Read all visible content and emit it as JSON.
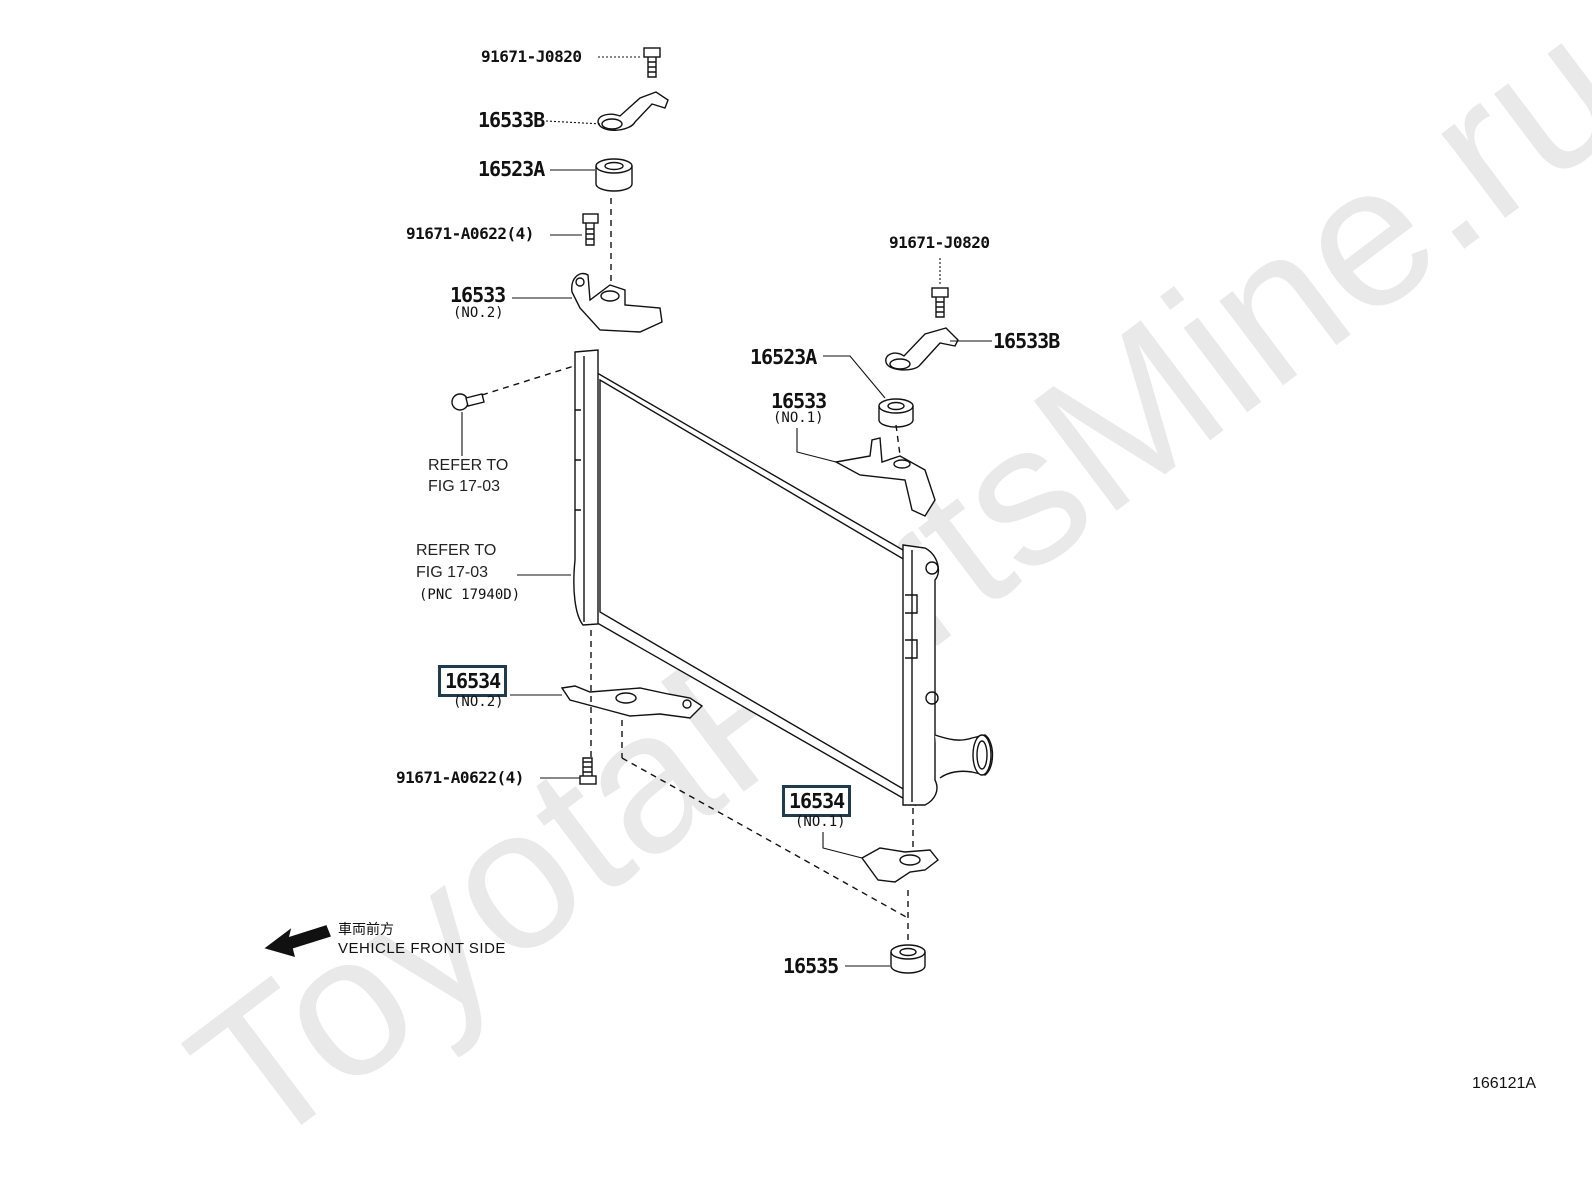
{
  "watermark": "ToyotaPartsMine.ru",
  "labels": {
    "bolt_top": "91671-J0820",
    "bracket_b_top": "16533B",
    "cushion_a_top": "16523A",
    "bolt_a0622_top": "91671-A0622(4)",
    "support_16533_no2_part": "16533",
    "support_16533_no2_sub": "(NO.2)",
    "bolt_right": "91671-J0820",
    "bracket_b_right": "16533B",
    "cushion_a_right": "16523A",
    "support_16533_no1_part": "16533",
    "support_16533_no1_sub": "(NO.1)",
    "refer_upper_line1": "REFER TO",
    "refer_upper_line2": "FIG 17-03",
    "refer_lower_line1": "REFER TO",
    "refer_lower_line2": "FIG 17-03",
    "refer_lower_line3": "(PNC 17940D)",
    "support_16534_no2_part": "16534",
    "support_16534_no2_sub": "(NO.2)",
    "bolt_a0622_bottom": "91671-A0622(4)",
    "support_16534_no1_part": "16534",
    "support_16534_no1_sub": "(NO.1)",
    "cushion_16535": "16535",
    "direction_jp": "車両前方",
    "direction_en": "VEHICLE FRONT SIDE",
    "figure_id": "166121A"
  },
  "colors": {
    "line": "#111111",
    "highlight_box": "#1f3b4d",
    "watermark": "#e9e9e9"
  }
}
